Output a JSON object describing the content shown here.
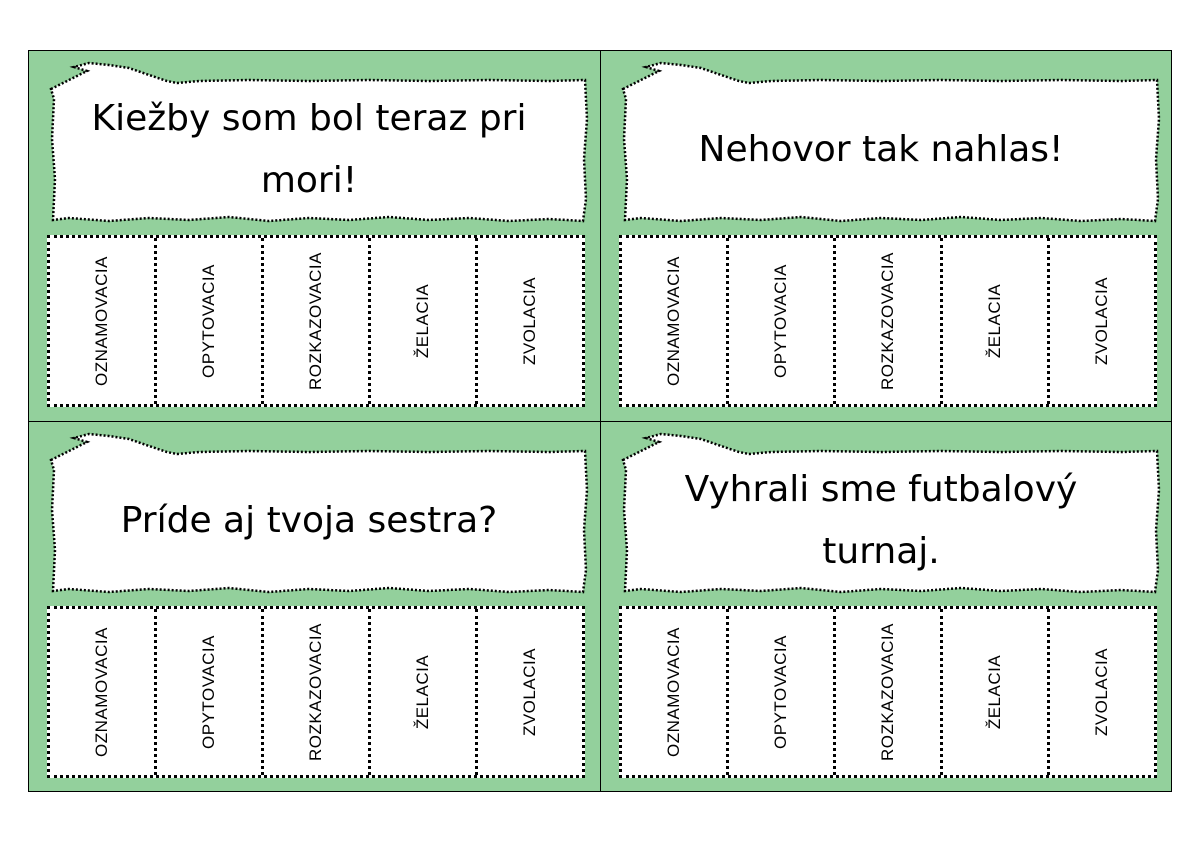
{
  "colors": {
    "background": "#93d09c",
    "card": "#ffffff",
    "border": "#000000"
  },
  "cards": [
    {
      "sentence": "Kiežby som bol teraz pri mori!",
      "options": [
        "OZNAMOVACIA",
        "OPYTOVACIA",
        "ROZKAZOVACIA",
        "ŽELACIA",
        "ZVOLACIA"
      ]
    },
    {
      "sentence": "Nehovor tak nahlas!",
      "options": [
        "OZNAMOVACIA",
        "OPYTOVACIA",
        "ROZKAZOVACIA",
        "ŽELACIA",
        "ZVOLACIA"
      ]
    },
    {
      "sentence": "Príde aj tvoja sestra?",
      "options": [
        "OZNAMOVACIA",
        "OPYTOVACIA",
        "ROZKAZOVACIA",
        "ŽELACIA",
        "ZVOLACIA"
      ]
    },
    {
      "sentence": "Vyhrali sme futbalový turnaj.",
      "options": [
        "OZNAMOVACIA",
        "OPYTOVACIA",
        "ROZKAZOVACIA",
        "ŽELACIA",
        "ZVOLACIA"
      ]
    }
  ]
}
